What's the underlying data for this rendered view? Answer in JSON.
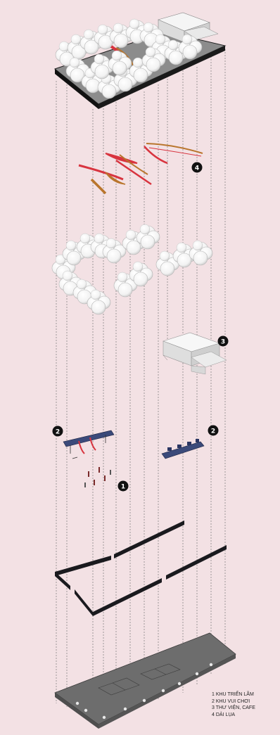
{
  "markers": [
    {
      "id": "marker-4",
      "label": "4"
    },
    {
      "id": "marker-3",
      "label": "3"
    },
    {
      "id": "marker-2-left",
      "label": "2"
    },
    {
      "id": "marker-2-right",
      "label": "2"
    },
    {
      "id": "marker-1",
      "label": "1"
    }
  ],
  "legend": {
    "items": [
      "1 KHU TRIỂN LÃM",
      "2 KHU VUI CHƠI",
      "3 THƯ VIỆN, CAFE",
      "4 DẢI LỤA"
    ]
  },
  "colors": {
    "background": "#f3e1e4",
    "ribbon_red": "#d8343f",
    "ribbon_gold": "#b9752c",
    "wall": "#1a1a1e",
    "ground": "#6d6d6d",
    "tree": "#ffffff",
    "equipment_blue": "#3b4a7a"
  }
}
